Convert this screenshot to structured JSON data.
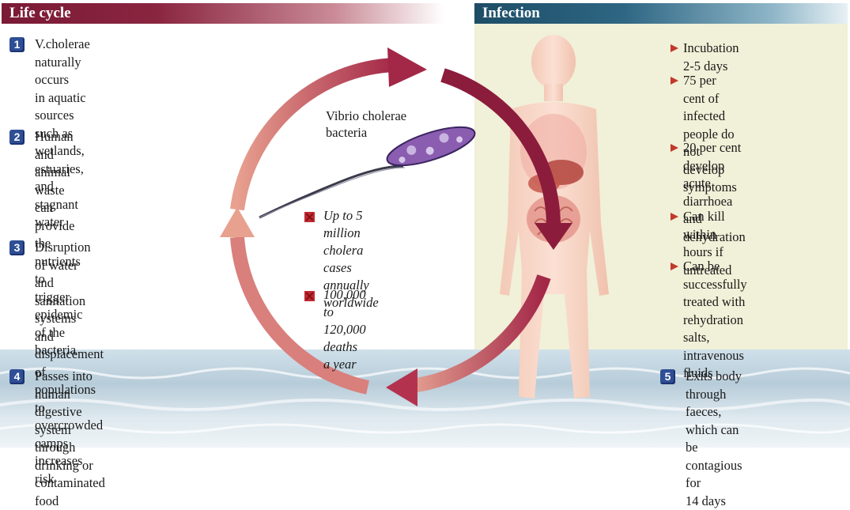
{
  "headers": {
    "life_cycle": "Life cycle",
    "infection": "Infection"
  },
  "steps": [
    {
      "num": "1",
      "text": "V.cholerae naturally occurs\nin aquatic sources such as\nwetlands, estuaries, and\nstagnant water"
    },
    {
      "num": "2",
      "text": "Human and animal\nwaste can provide\nthe nutrients to\ntrigger epidemic\nof the bacteria"
    },
    {
      "num": "3",
      "text": "Disruption of water\nand sanitation systems\nand displacement of\npopulations to\novercrowded camps\nincreases risk"
    },
    {
      "num": "4",
      "text": "Passes into human\ndigestive system\nthrough drinking or\ncontaminated food"
    },
    {
      "num": "5",
      "text": "Exits body through\nfaeces, which can be\ncontagious for\n14 days"
    }
  ],
  "bacteria_label": "Vibrio cholerae\nbacteria",
  "stats": [
    "Up to 5 million\ncholera  cases\nannually worldwide",
    "100,000 to 120,000\ndeaths a year"
  ],
  "infection_facts": [
    "Incubation 2-5 days",
    "75 per cent of infected\npeople do not develop\nsymptoms",
    "20 per cent develop\nacute diarrhoea\nand dehydration",
    "Can kill within\nhours if untreated",
    "Can be successfully\ntreated with\nrehydration salts,\nintravenous fluids"
  ],
  "colors": {
    "life_header": "#7a1a35",
    "infection_header": "#1d4d66",
    "infection_panel": "#f1f0d8",
    "step_badge": "#2e4e95",
    "bullet": "#c0392b",
    "arrow_dark": "#8c1c3c",
    "arrow_light": "#e9a595"
  },
  "icons": {
    "step_badge": "numbered-square-icon",
    "fact_bullet": "triangle-bullet-icon",
    "stat_marker": "red-cross-box-icon"
  }
}
